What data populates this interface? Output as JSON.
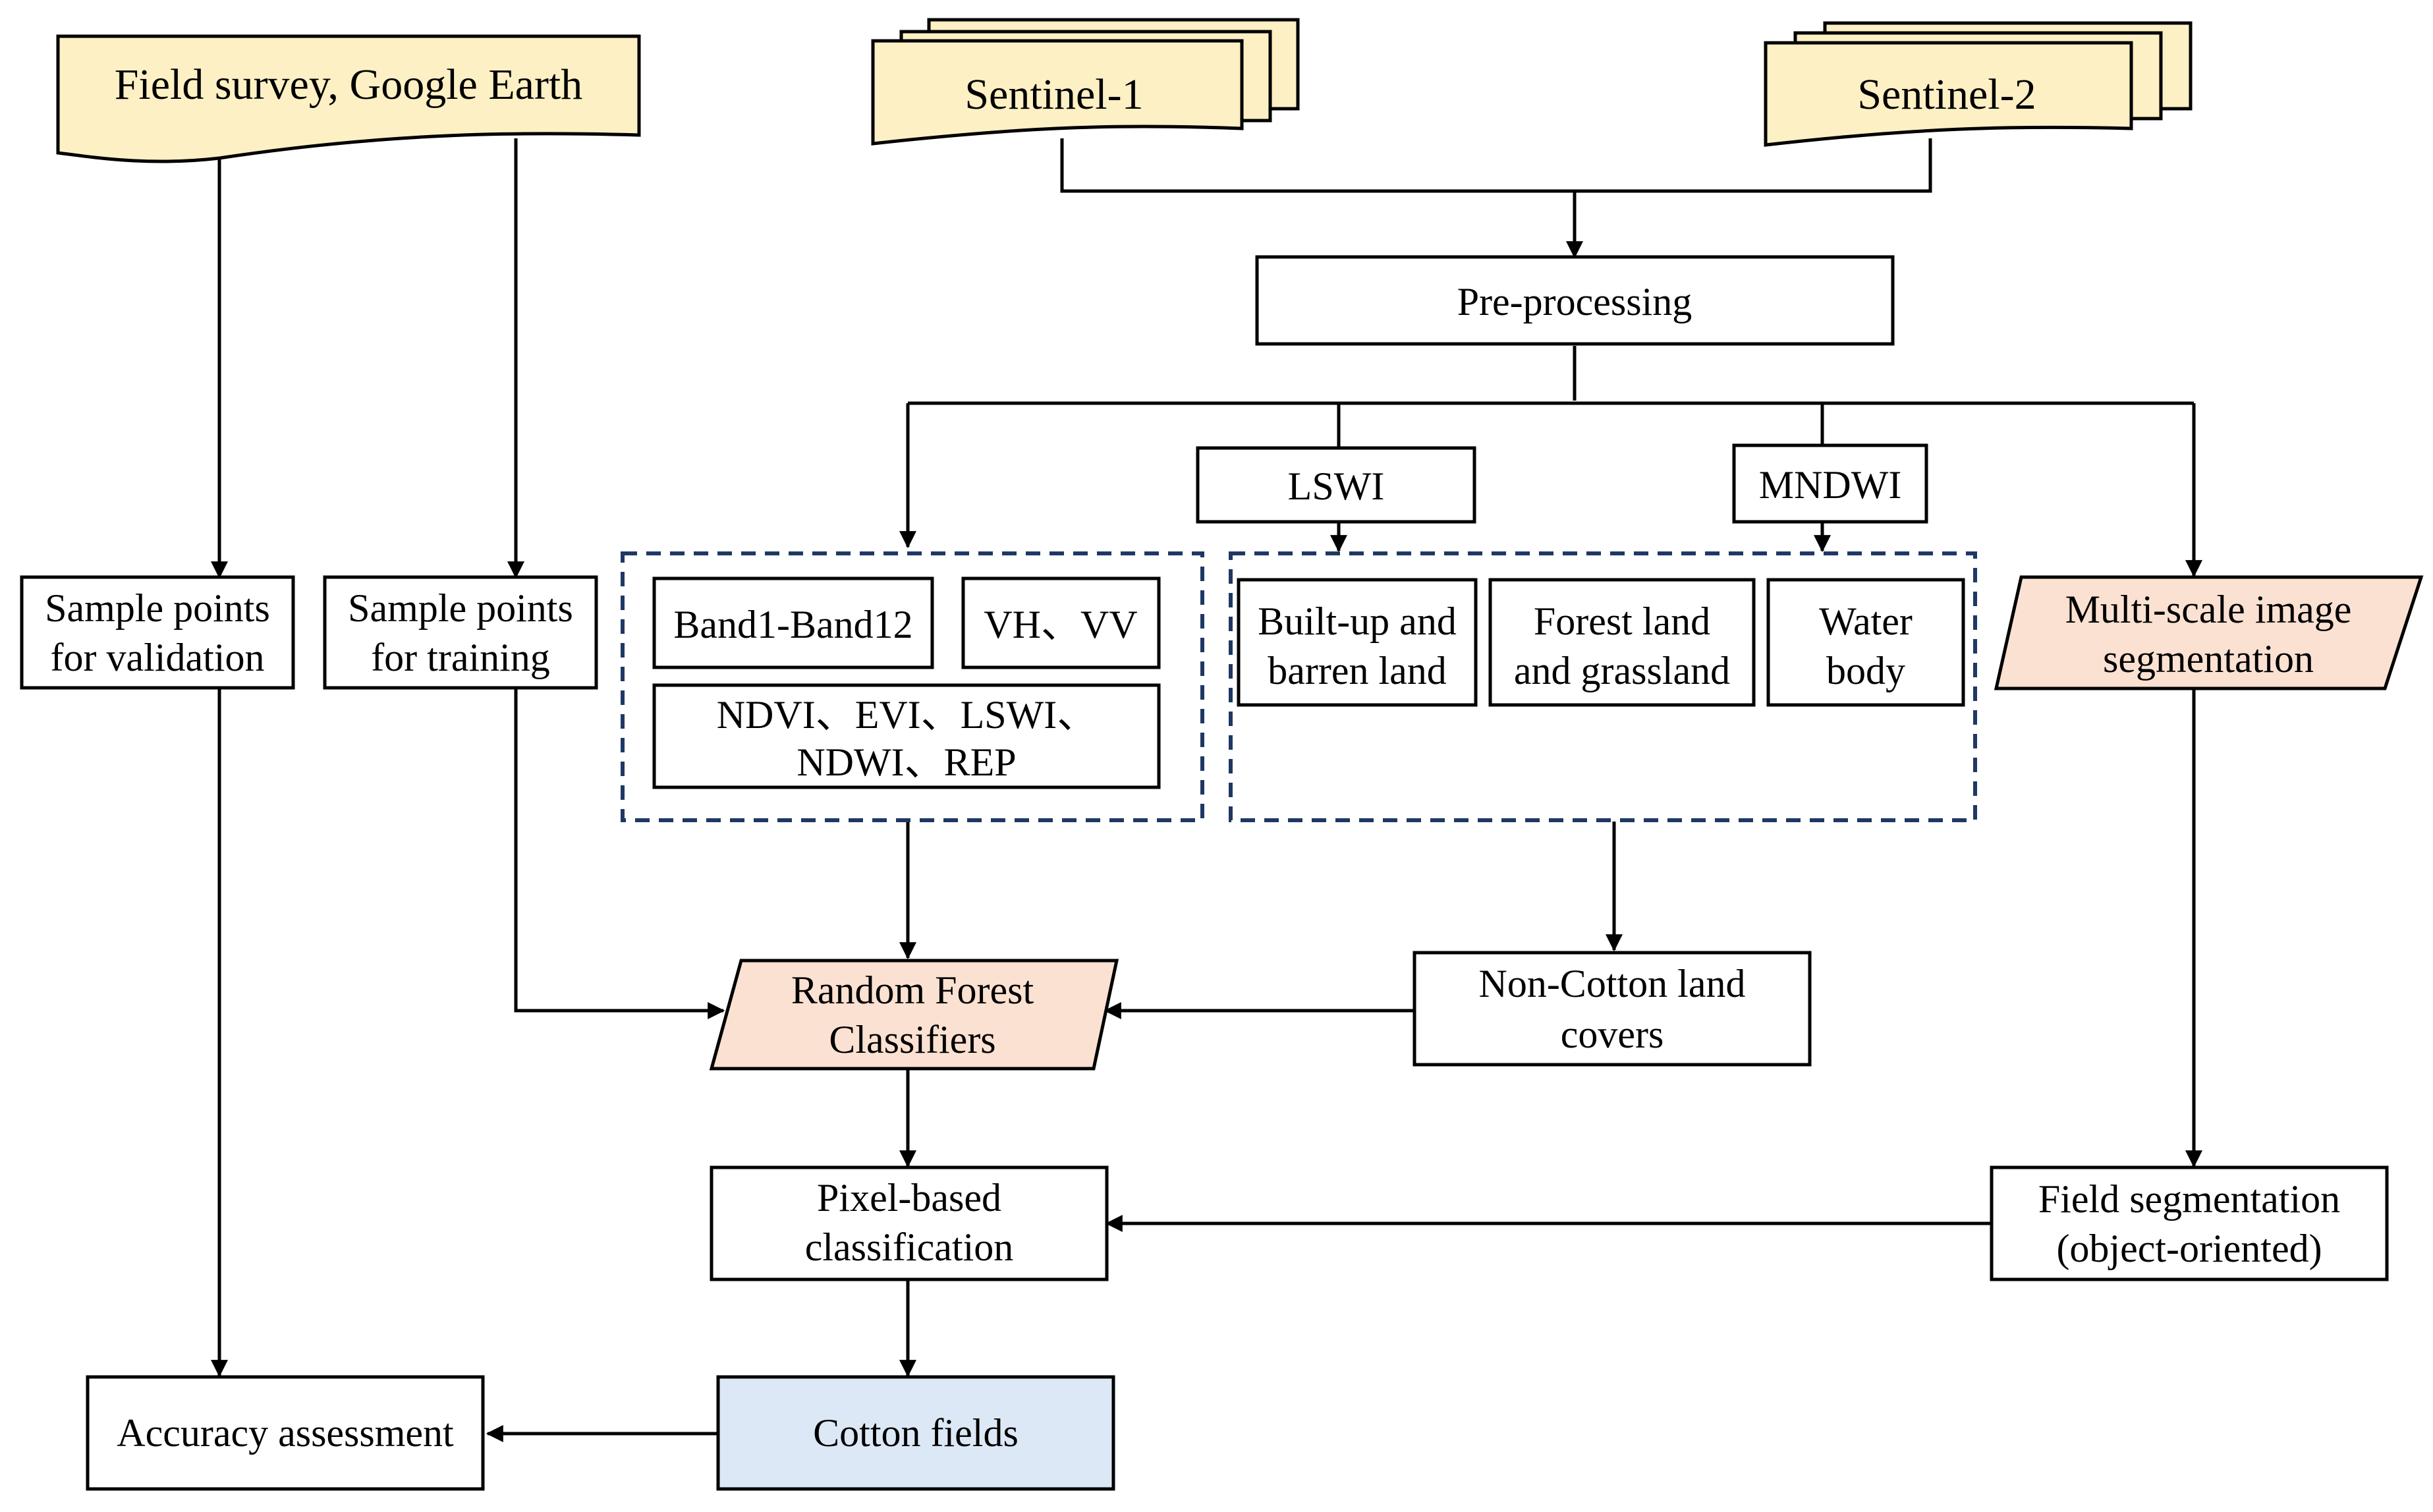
{
  "nodes": {
    "field_survey": "Field survey, Google Earth",
    "sentinel1": "Sentinel-1",
    "sentinel2": "Sentinel-2",
    "preprocessing": "Pre-processing",
    "lswi": "LSWI",
    "mndwi": "MNDWI",
    "sample_validation": [
      "Sample points",
      "for validation"
    ],
    "sample_training": [
      "Sample points",
      "for training"
    ],
    "band": "Band1-Band12",
    "vhvv": "VH、VV",
    "indices": [
      "NDVI、EVI、LSWI、",
      "NDWI、REP"
    ],
    "builtup": [
      "Built-up and",
      "barren land"
    ],
    "forest": [
      "Forest land",
      "and grassland"
    ],
    "water": [
      "Water",
      "body"
    ],
    "segmentation": [
      "Multi-scale image",
      "segmentation"
    ],
    "random_forest": [
      "Random Forest",
      "Classifiers"
    ],
    "non_cotton": [
      "Non-Cotton land",
      "covers"
    ],
    "pixel": [
      "Pixel-based",
      "classification"
    ],
    "field_seg": [
      "Field segmentation",
      "(object-oriented)"
    ],
    "accuracy": "Accuracy assessment",
    "cotton": "Cotton fields"
  },
  "colors": {
    "source": "#fdf0c4",
    "process": "#fbe1d2",
    "result": "#dce8f5",
    "dashed": "#1f3864",
    "line": "#000000"
  }
}
